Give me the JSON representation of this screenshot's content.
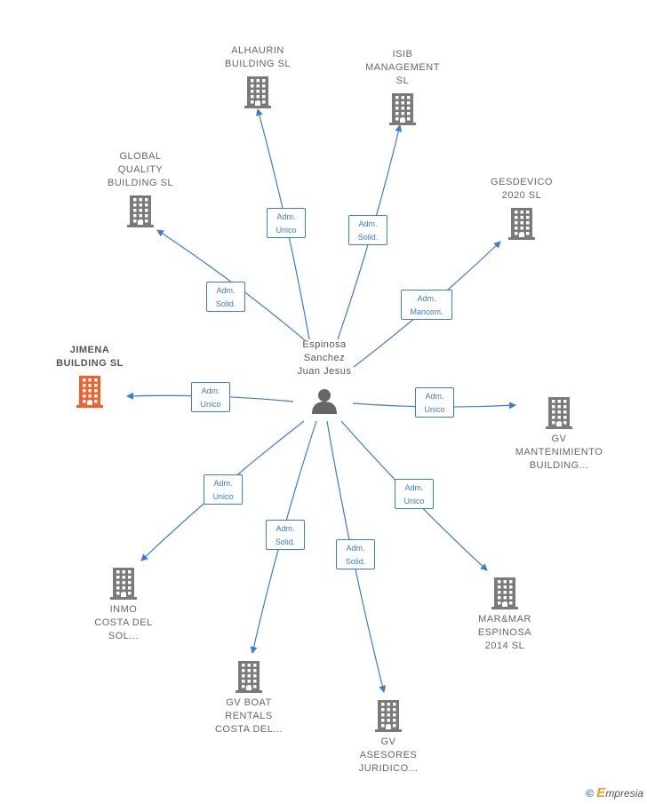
{
  "center": {
    "name": "Espinosa\nSanchez\nJuan Jesus",
    "icon": "person-icon"
  },
  "companies": [
    {
      "key": "alhaurin",
      "name": "ALHAURIN\nBUILDING  SL",
      "relation": "Adm.\nUnico",
      "icon": "building-icon"
    },
    {
      "key": "isib",
      "name": "ISIB\nMANAGEMENT\nSL",
      "relation": "Adm.\nSolid.",
      "icon": "building-icon"
    },
    {
      "key": "global-quality",
      "name": "GLOBAL\nQUALITY\nBUILDING  SL",
      "relation": "Adm.\nSolid.",
      "icon": "building-icon"
    },
    {
      "key": "gesdevico",
      "name": "GESDEVICO\n2020  SL",
      "relation": "Adm.\nMancom.",
      "icon": "building-icon"
    },
    {
      "key": "jimena",
      "name": "JIMENA\nBUILDING  SL",
      "relation": "Adm.\nUnico",
      "icon": "building-icon",
      "highlight": true
    },
    {
      "key": "gv-mantenimiento",
      "name": "GV\nMANTENIMIENTO\nBUILDING...",
      "relation": "Adm.\nUnico",
      "icon": "building-icon"
    },
    {
      "key": "inmo-costa",
      "name": "INMO\nCOSTA DEL\nSOL...",
      "relation": "Adm.\nUnico",
      "icon": "building-icon"
    },
    {
      "key": "mar-mar",
      "name": "MAR&MAR\nESPINOSA\n2014  SL",
      "relation": "Adm.\nUnico",
      "icon": "building-icon"
    },
    {
      "key": "gv-boat",
      "name": "GV BOAT\nRENTALS\nCOSTA DEL...",
      "relation": "Adm.\nSolid.",
      "icon": "building-icon"
    },
    {
      "key": "gv-asesores",
      "name": "GV\nASESORES\nJURIDICO...",
      "relation": "Adm.\nSolid.",
      "icon": "building-icon"
    }
  ],
  "colors": {
    "edge": "#3a7bd5",
    "building": "#7a7a7a",
    "highlight": "#f0612e",
    "person": "#666666"
  },
  "footer": {
    "copyright_symbol": "©",
    "brand_initial": "E",
    "brand_rest": "mpresia"
  }
}
